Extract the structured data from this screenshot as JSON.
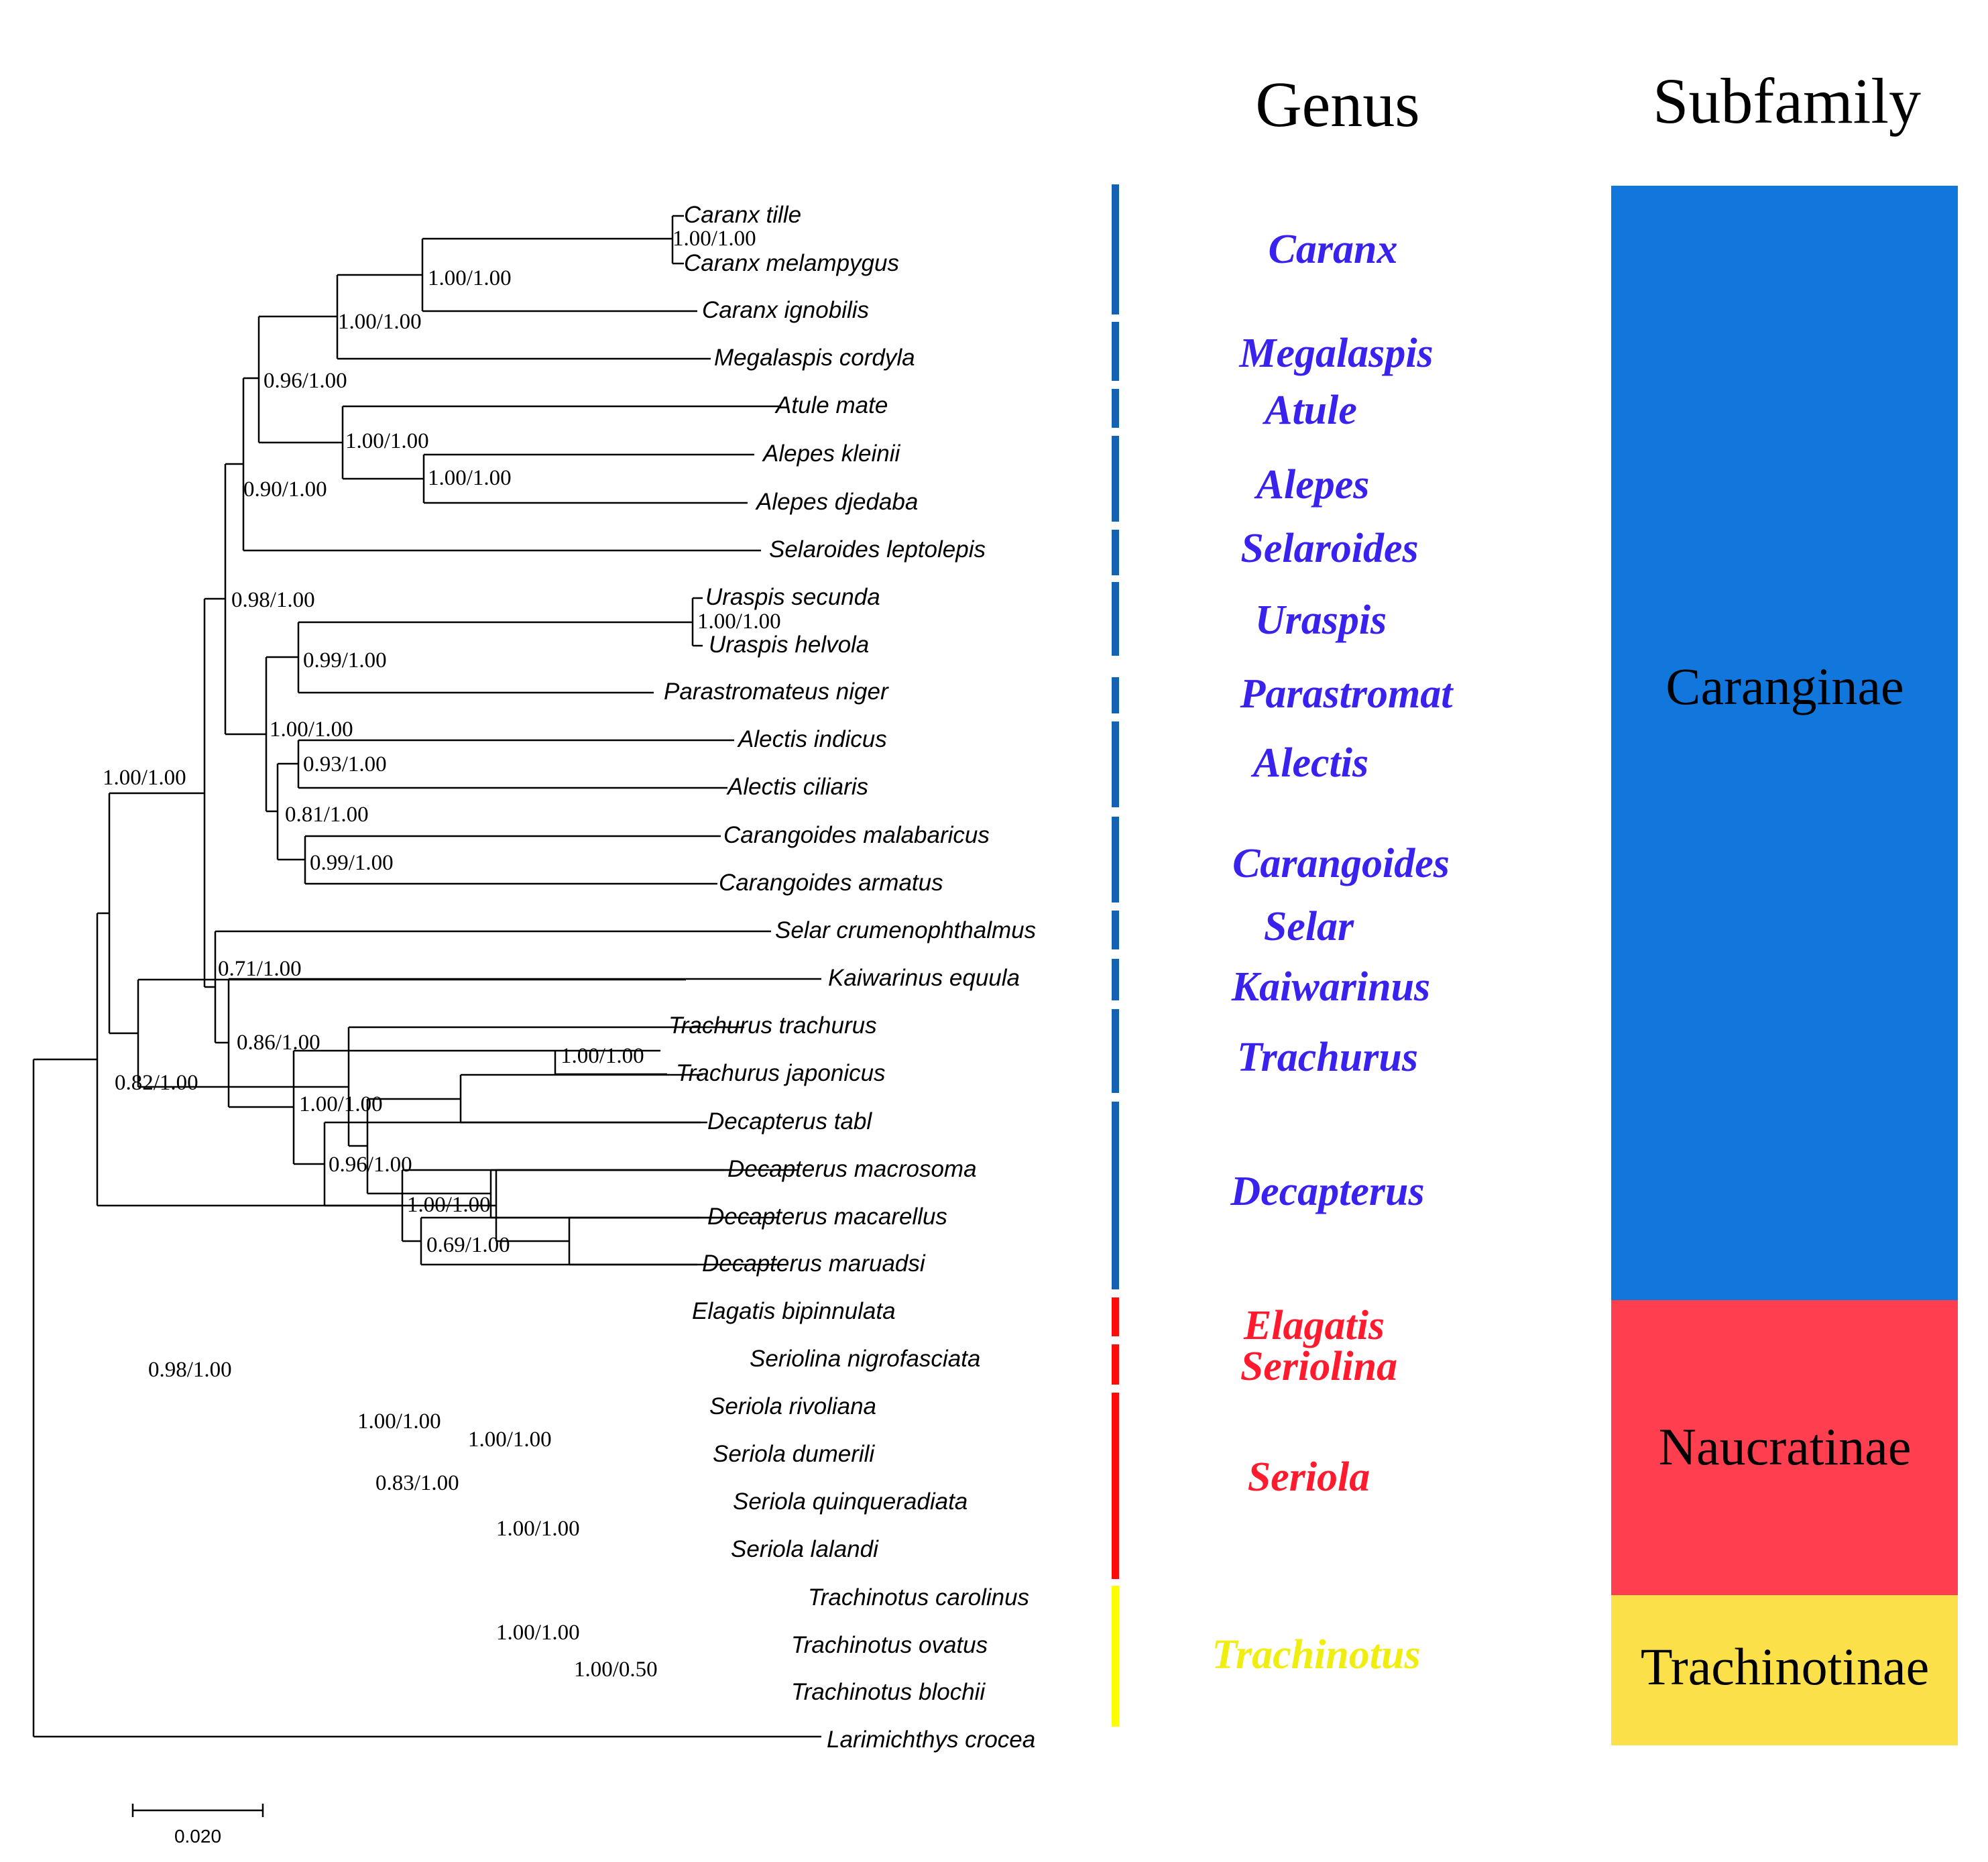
{
  "headers": {
    "genus": "Genus",
    "subfamily": "Subfamily"
  },
  "colors": {
    "caranginae": "#1177dd",
    "naucratinae": "#ff3f4f",
    "trachinotinae": "#fbe04a",
    "genus_blue": "#3a22ee",
    "genus_red": "#ff1a2e",
    "genus_yellow": "#f0ee10",
    "bar_blue": "#1462b4",
    "bar_red": "#ff0a0a",
    "bar_yellow": "#ffff00"
  },
  "taxa": [
    "Caranx tille",
    "Caranx melampygus",
    "Caranx ignobilis",
    "Megalaspis cordyla",
    "Atule mate",
    "Alepes kleinii",
    "Alepes djedaba",
    "Selaroides leptolepis",
    "Uraspis secunda",
    "Uraspis helvola",
    "Parastromateus niger",
    "Alectis indicus",
    "Alectis ciliaris",
    "Carangoides malabaricus",
    "Carangoides armatus",
    "Selar crumenophthalmus",
    "Kaiwarinus equula",
    "Trachurus trachurus",
    "Trachurus japonicus",
    "Decapterus tabl",
    "Decapterus macrosoma",
    "Decapterus macarellus",
    "Decapterus maruadsi",
    "Elagatis bipinnulata",
    "Seriolina nigrofasciata",
    "Seriola rivoliana",
    "Seriola dumerili",
    "Seriola quinqueradiata",
    "Seriola lalandi",
    "Trachinotus carolinus",
    "Trachinotus ovatus",
    "Trachinotus blochii",
    "Larimichthys crocea"
  ],
  "supports": [
    "1.00/1.00",
    "1.00/1.00",
    "1.00/1.00",
    "0.96/1.00",
    "1.00/1.00",
    "1.00/1.00",
    "0.90/1.00",
    "0.98/1.00",
    "1.00/1.00",
    "0.99/1.00",
    "1.00/1.00",
    "0.93/1.00",
    "0.81/1.00",
    "0.99/1.00",
    "1.00/1.00",
    "0.71/1.00",
    "0.86/1.00",
    "1.00/1.00",
    "1.00/1.00",
    "0.96/1.00",
    "1.00/1.00",
    "0.69/1.00",
    "0.82/1.00",
    "0.98/1.00",
    "1.00/1.00",
    "1.00/1.00",
    "0.83/1.00",
    "1.00/1.00",
    "1.00/1.00",
    "1.00/0.50"
  ],
  "genera": [
    {
      "name": "Caranx",
      "group": "blue"
    },
    {
      "name": "Megalaspis",
      "group": "blue"
    },
    {
      "name": "Atule",
      "group": "blue"
    },
    {
      "name": "Alepes",
      "group": "blue"
    },
    {
      "name": "Selaroides",
      "group": "blue"
    },
    {
      "name": "Uraspis",
      "group": "blue"
    },
    {
      "name": "Parastromat",
      "group": "blue"
    },
    {
      "name": "Alectis",
      "group": "blue"
    },
    {
      "name": "Carangoides",
      "group": "blue"
    },
    {
      "name": "Selar",
      "group": "blue"
    },
    {
      "name": "Kaiwarinus",
      "group": "blue"
    },
    {
      "name": "Trachurus",
      "group": "blue"
    },
    {
      "name": "Decapterus",
      "group": "blue"
    },
    {
      "name": "Elagatis",
      "group": "red"
    },
    {
      "name": "Seriolina",
      "group": "red"
    },
    {
      "name": "Seriola",
      "group": "red"
    },
    {
      "name": "Trachinotus",
      "group": "yellow"
    }
  ],
  "subfamilies": [
    "Caranginae",
    "Naucratinae",
    "Trachinotinae"
  ],
  "scale_bar": {
    "label": "0.020"
  }
}
